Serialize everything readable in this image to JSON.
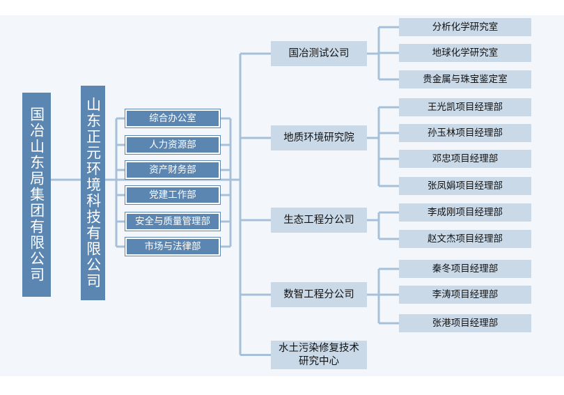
{
  "root": "国冶山东局集团有限公司",
  "company": "山东正元环境科技有限公司",
  "departments": [
    "综合办公室",
    "人力资源部",
    "资产财务部",
    "党建工作部",
    "安全与质量管理部",
    "市场与法律部"
  ],
  "subsidiaries": [
    {
      "name": "国冶测试公司",
      "children": [
        "分析化学研究室",
        "地球化学研究室",
        "贵金属与珠宝鉴定室"
      ]
    },
    {
      "name": "地质环境研究院",
      "children": [
        "王光凯项目经理部",
        "孙玉林项目经理部",
        "邓忠项目经理部",
        "张凤娟项目经理部"
      ]
    },
    {
      "name": "生态工程分公司",
      "children": [
        "李成刚项目经理部",
        "赵文杰项目经理部"
      ]
    },
    {
      "name": "数智工程分公司",
      "children": [
        "秦冬项目经理部",
        "李涛项目经理部",
        "张港项目经理部"
      ]
    },
    {
      "name": "水土污染修复技术\n研究中心",
      "children": []
    }
  ],
  "colors": {
    "dark_box": "#5b86b2",
    "light_box": "#cad9e8",
    "connector": "#a6c0da"
  }
}
